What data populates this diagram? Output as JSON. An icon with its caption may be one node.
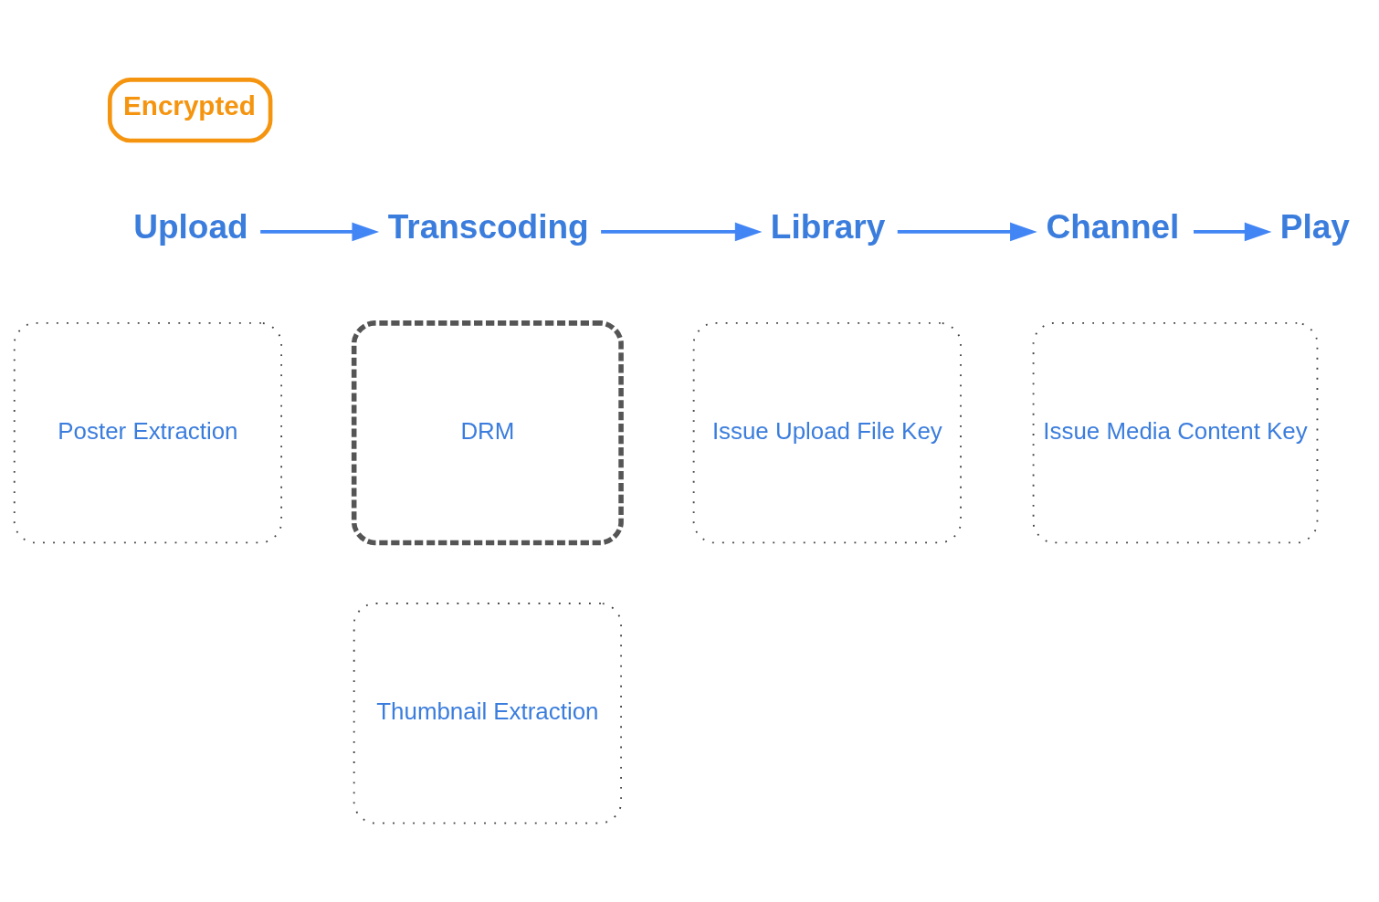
{
  "diagram": {
    "nodes": [
      {
        "text": [
          "Encrypted"
        ]
      },
      {
        "text": [
          "Upload"
        ]
      },
      {
        "text": [
          "Transcoding"
        ]
      },
      {
        "text": [
          "Library"
        ]
      },
      {
        "text": [
          "Channel"
        ]
      },
      {
        "text": [
          "Play"
        ]
      },
      {
        "text": [
          "Poster Extraction"
        ]
      },
      {
        "text": [
          "DRM"
        ]
      },
      {
        "text": [
          "Issue Upload File Key"
        ]
      },
      {
        "text": [
          "Issue Media Content Key"
        ]
      },
      {
        "text": [
          "Thumbnail Extraction"
        ]
      }
    ],
    "edges": [
      {
        "from": 1,
        "to": 2,
        "arrow": "to"
      },
      {
        "from": 2,
        "to": 3,
        "arrow": "to"
      },
      {
        "from": 3,
        "to": 4,
        "arrow": "to"
      },
      {
        "from": 4,
        "to": 5,
        "arrow": "to"
      }
    ]
  }
}
